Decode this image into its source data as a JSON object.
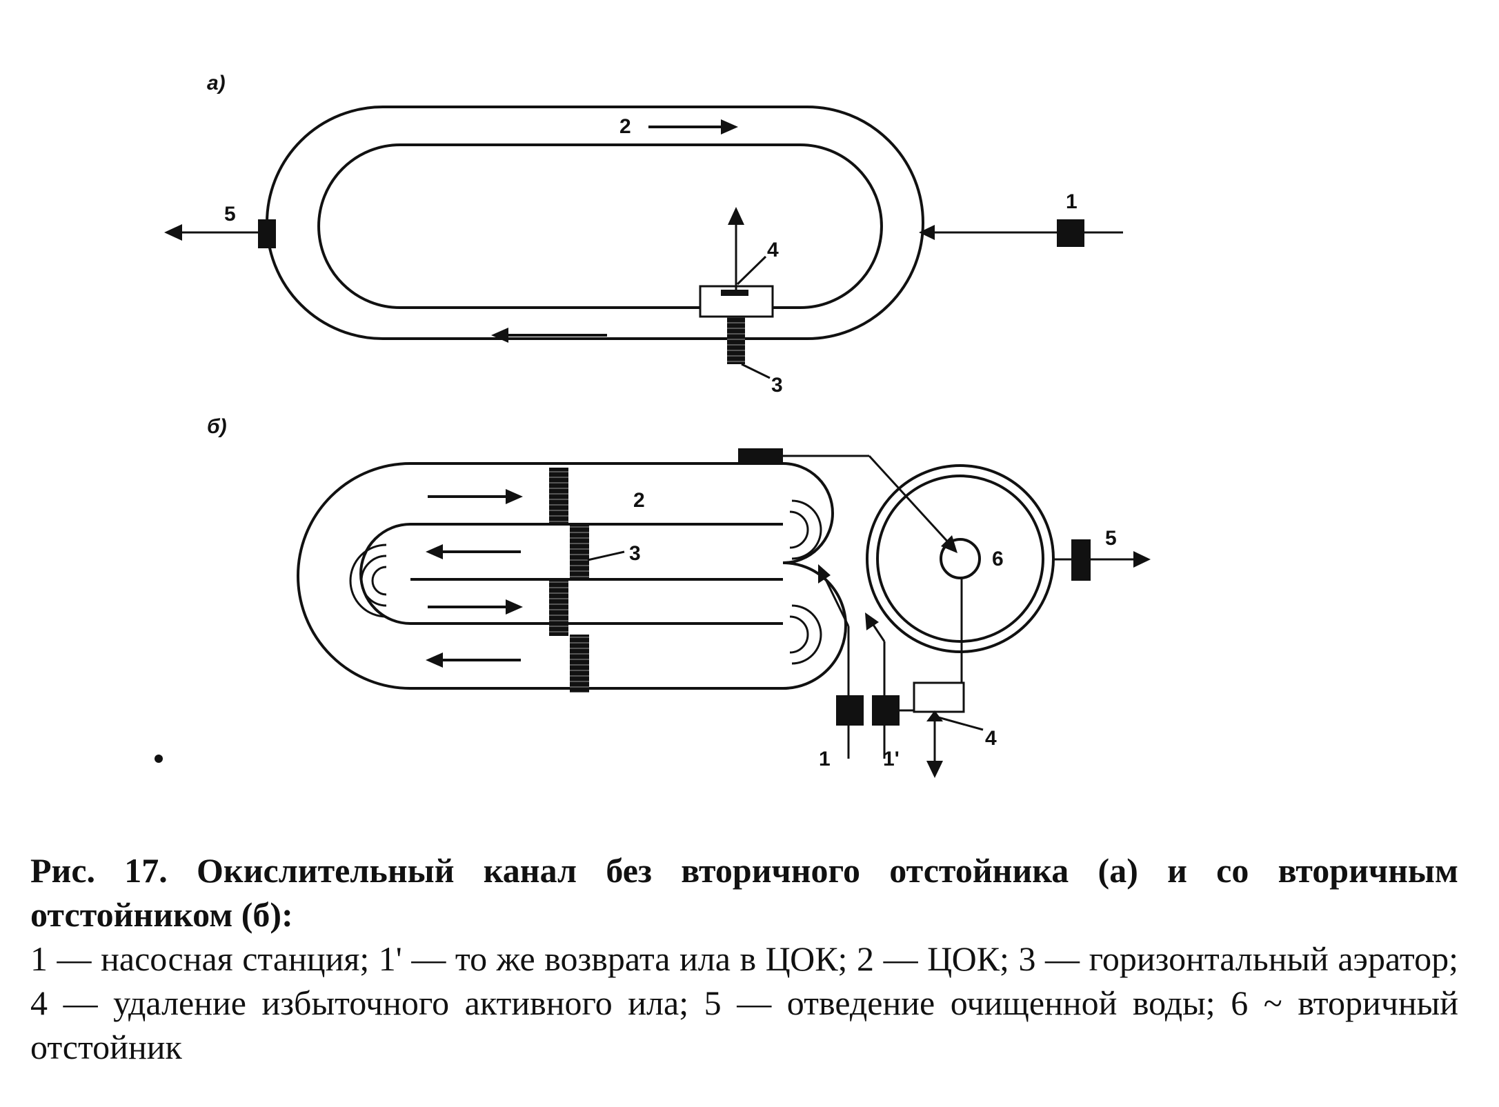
{
  "figure": {
    "panel_a_label": "а)",
    "panel_b_label": "б)",
    "panel_a": {
      "label_1": "1",
      "label_2": "2",
      "label_3": "3",
      "label_4": "4",
      "label_5": "5"
    },
    "panel_b": {
      "label_1": "1",
      "label_1_prime": "1'",
      "label_2": "2",
      "label_3": "3",
      "label_4": "4",
      "label_5": "5",
      "label_6": "6"
    }
  },
  "caption": {
    "title": "Рис. 17. Окислительный канал без вторичного отстойника (а) и со вторичным отстойником (б):",
    "legend": "1 — насосная станция; 1' — то же возврата ила в ЦОК; 2 — ЦОК; 3 — горизонтальный аэратор; 4 — удаление избыточного активного ила; 5 — отведение очищенной воды; 6 ~ вторичный отстойник"
  }
}
